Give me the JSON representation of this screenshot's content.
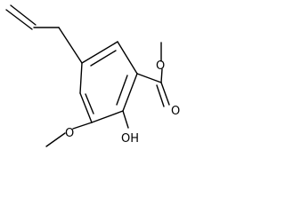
{
  "molecule": {
    "atoms": [
      {
        "id": "O_ester",
        "label": "O"
      },
      {
        "id": "O_carbonyl",
        "label": "O"
      },
      {
        "id": "O_hydroxyl",
        "label": "OH"
      },
      {
        "id": "O_methoxy",
        "label": "O"
      }
    ]
  },
  "colors": {
    "bond": "#000000",
    "label": "#000000",
    "background": "#ffffff"
  }
}
